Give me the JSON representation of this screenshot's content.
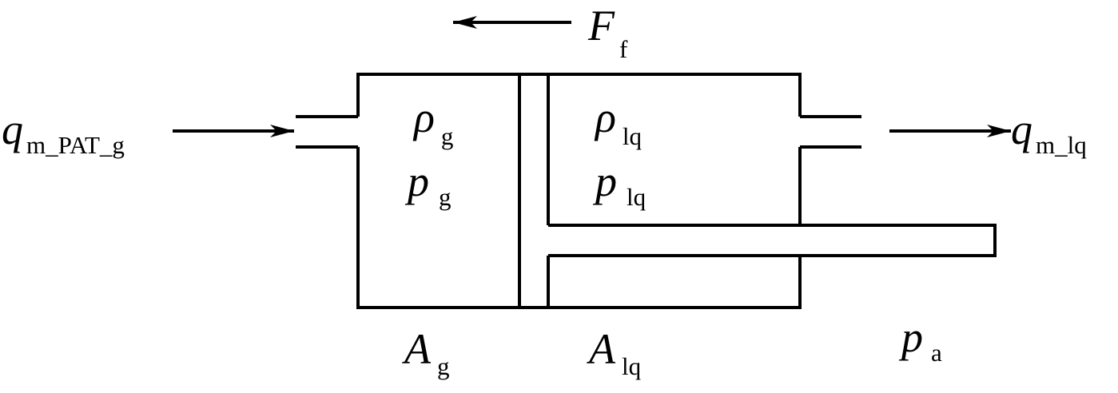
{
  "labels": {
    "inflow": {
      "symbol": "q",
      "subscript": "m_PAT_g"
    },
    "outflow": {
      "symbol": "q",
      "subscript": "m_lq"
    },
    "friction": {
      "symbol": "F",
      "subscript": "f"
    },
    "gas_density": {
      "symbol": "ρ",
      "subscript": "g"
    },
    "gas_pressure": {
      "symbol": "p",
      "subscript": "g"
    },
    "liquid_density": {
      "symbol": "ρ",
      "subscript": "lq"
    },
    "liquid_pressure": {
      "symbol": "p",
      "subscript": "lq"
    },
    "gas_area": {
      "symbol": "A",
      "subscript": "g"
    },
    "liquid_area": {
      "symbol": "A",
      "subscript": "lq"
    },
    "ambient_pressure": {
      "symbol": "p",
      "subscript": "a"
    }
  },
  "colors": {
    "stroke": "#000000",
    "background": "#ffffff"
  }
}
